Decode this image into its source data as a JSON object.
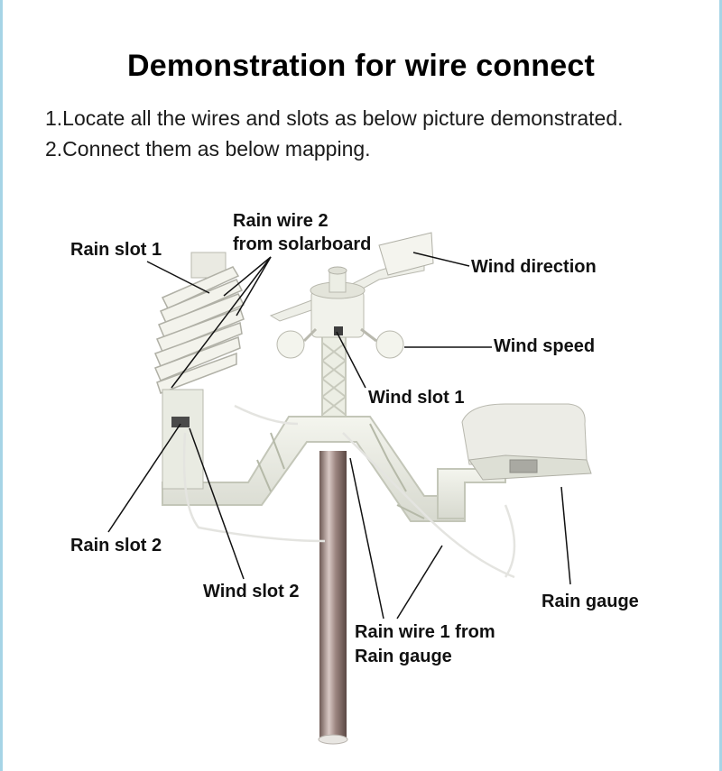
{
  "title": "Demonstration for wire connect",
  "steps": [
    "1.Locate all the wires and slots as below picture demonstrated.",
    "2.Connect them as below mapping."
  ],
  "labels": {
    "rain_slot_1": "Rain slot 1",
    "rain_wire_2_line1": "Rain wire 2",
    "rain_wire_2_line2": "from solarboard",
    "wind_direction": "Wind direction",
    "wind_speed": "Wind speed",
    "wind_slot_1": "Wind slot 1",
    "rain_slot_2": "Rain slot 2",
    "wind_slot_2": "Wind slot 2",
    "rain_gauge": "Rain gauge",
    "rain_wire_1_line1": "Rain wire 1 from",
    "rain_wire_1_line2": "Rain gauge"
  }
}
